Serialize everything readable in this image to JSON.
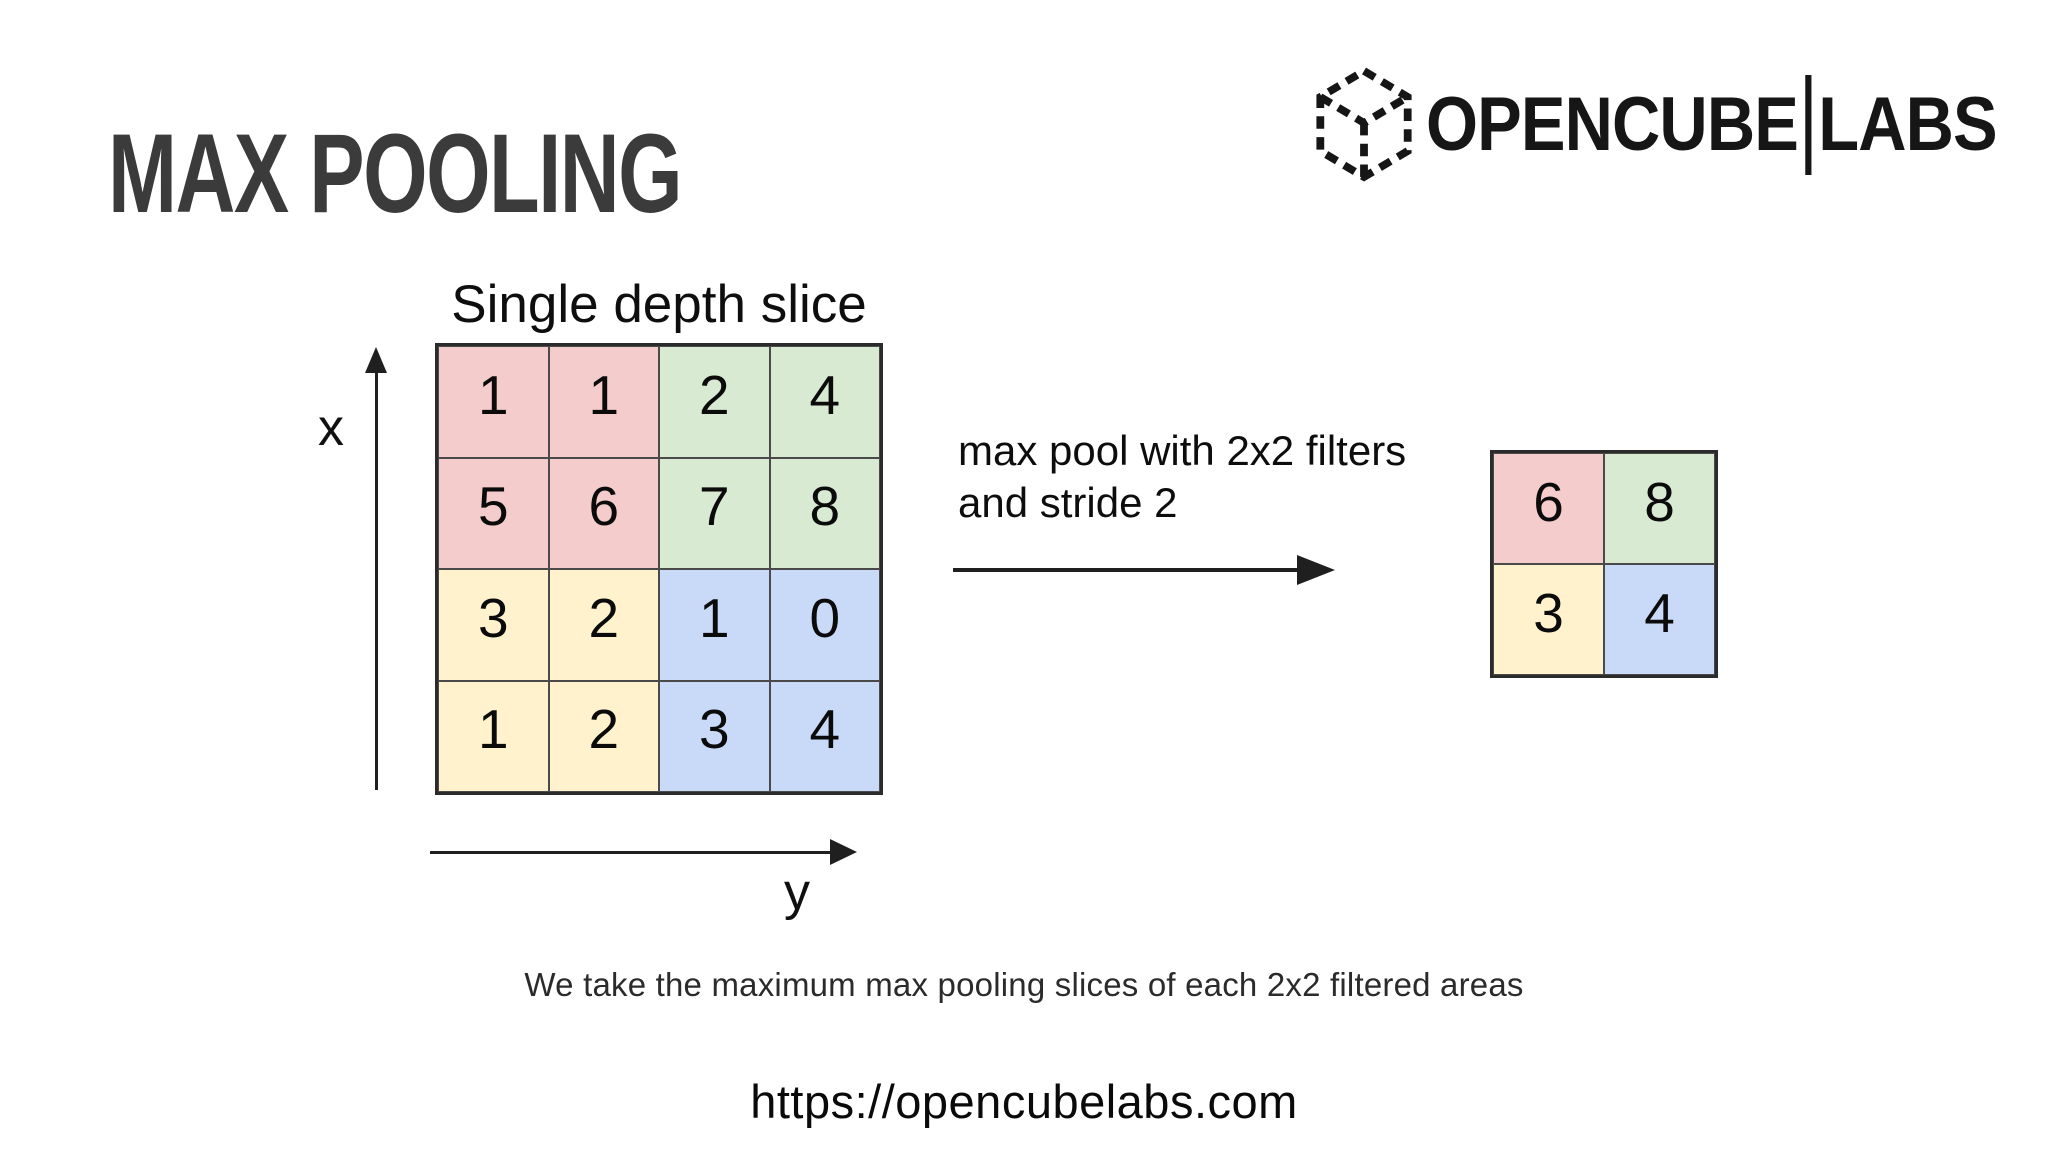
{
  "header": {
    "title": "MAX POOLING",
    "logo": {
      "icon": "dashed-cube-icon",
      "brand_left": "OPENCUBE",
      "divider": "|",
      "brand_right": "LABS"
    }
  },
  "diagram": {
    "slice_title": "Single depth slice",
    "x_axis_label": "x",
    "y_axis_label": "y",
    "operation": {
      "line1": "max pool with 2x2 filters",
      "line2": "and stride 2"
    },
    "colors": {
      "pink": "#f4cccc",
      "green": "#d9ead3",
      "yellow": "#fff2cc",
      "blue": "#c9daf8"
    },
    "input_grid": {
      "rows": 4,
      "cols": 4,
      "cells": [
        {
          "value": "1",
          "color": "pink"
        },
        {
          "value": "1",
          "color": "pink"
        },
        {
          "value": "2",
          "color": "green"
        },
        {
          "value": "4",
          "color": "green"
        },
        {
          "value": "5",
          "color": "pink"
        },
        {
          "value": "6",
          "color": "pink"
        },
        {
          "value": "7",
          "color": "green"
        },
        {
          "value": "8",
          "color": "green"
        },
        {
          "value": "3",
          "color": "yellow"
        },
        {
          "value": "2",
          "color": "yellow"
        },
        {
          "value": "1",
          "color": "blue"
        },
        {
          "value": "0",
          "color": "blue"
        },
        {
          "value": "1",
          "color": "yellow"
        },
        {
          "value": "2",
          "color": "yellow"
        },
        {
          "value": "3",
          "color": "blue"
        },
        {
          "value": "4",
          "color": "blue"
        }
      ]
    },
    "output_grid": {
      "rows": 2,
      "cols": 2,
      "cells": [
        {
          "value": "6",
          "color": "pink"
        },
        {
          "value": "8",
          "color": "green"
        },
        {
          "value": "3",
          "color": "yellow"
        },
        {
          "value": "4",
          "color": "blue"
        }
      ]
    }
  },
  "footer": {
    "caption": "We take the maximum max pooling slices of each 2x2 filtered areas",
    "url": "https://opencubelabs.com"
  }
}
